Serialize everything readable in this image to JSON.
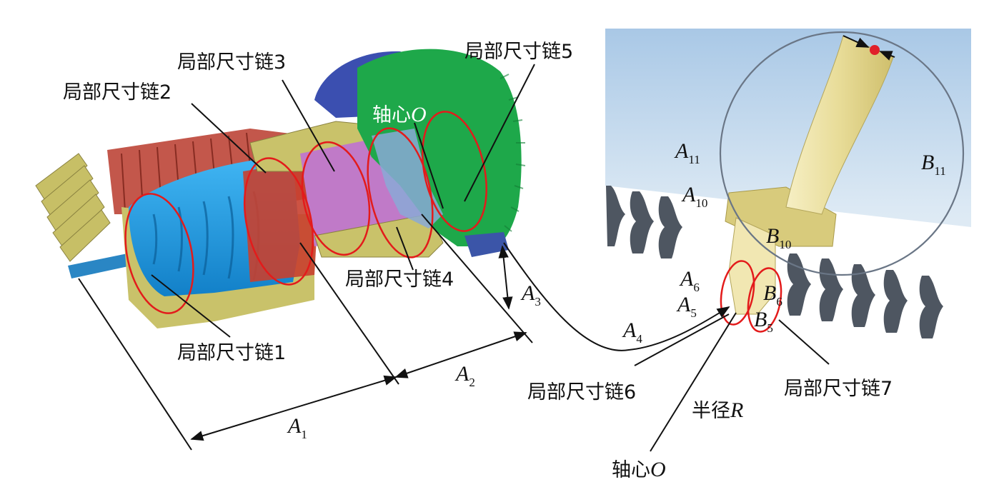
{
  "labels": {
    "chain1": "局部尺寸链1",
    "chain2": "局部尺寸链2",
    "chain3": "局部尺寸链3",
    "chain4": "局部尺寸链4",
    "chain5": "局部尺寸链5",
    "chain6": "局部尺寸链6",
    "chain7": "局部尺寸链7",
    "axis_center_top": "轴心",
    "axis_center_bottom": "轴心",
    "axis_symbol": "O",
    "radius": "半径",
    "radius_symbol": "R"
  },
  "dimensions": {
    "A": "A",
    "B": "B",
    "a1": "1",
    "a2": "2",
    "a3": "3",
    "a4": "4",
    "a5": "5",
    "a6": "6",
    "a10": "10",
    "a11": "11",
    "b5": "5",
    "b6": "6",
    "b10": "10",
    "b11": "11"
  },
  "colors": {
    "ellipse": "#e31b1b",
    "shaft_blue": "#1f9fe6",
    "gear_green": "#1ea84a",
    "olive": "#c9c26a",
    "magenta": "#c07ac8",
    "sky_top": "#a9c8e6",
    "blade": "#efe6a8"
  }
}
